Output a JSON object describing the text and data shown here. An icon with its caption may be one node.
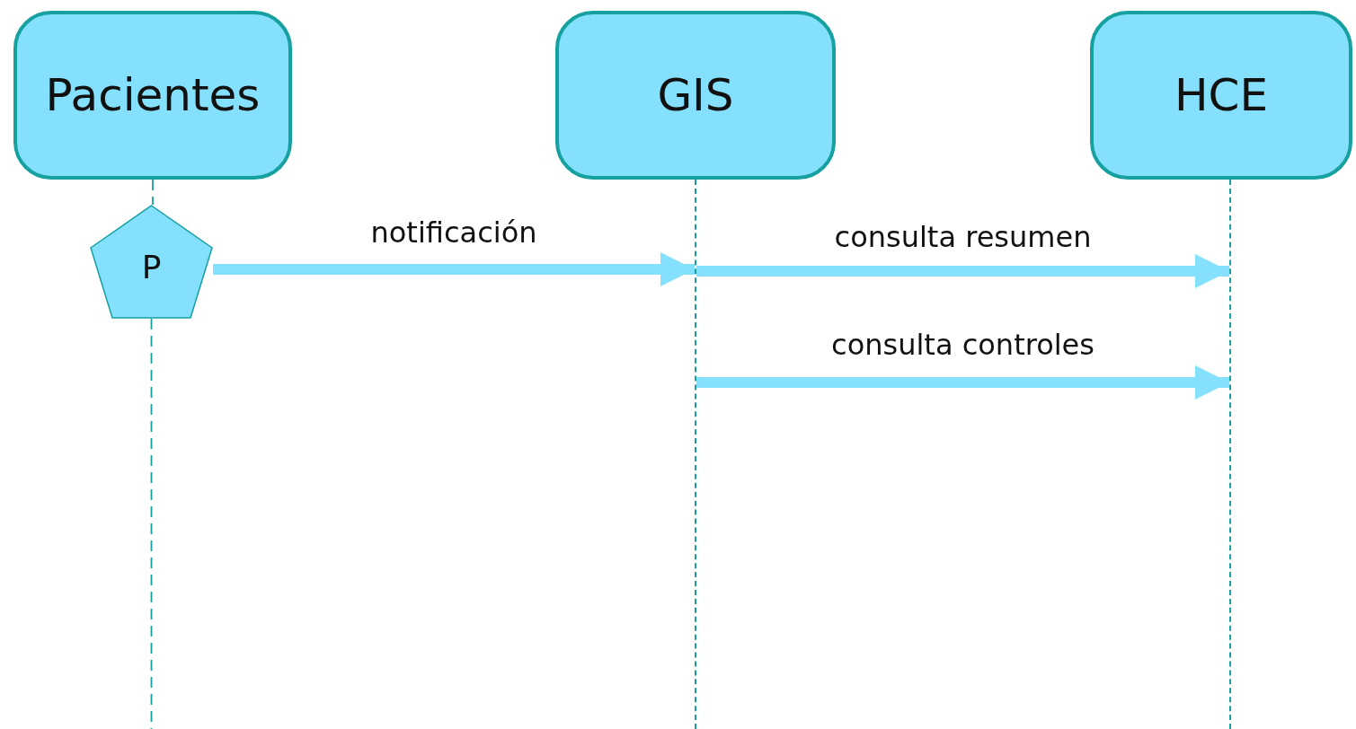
{
  "diagram": {
    "nodes": [
      {
        "text": [
          "Pacientes"
        ]
      },
      {
        "text": [
          "GIS"
        ]
      },
      {
        "text": [
          "HCE"
        ]
      },
      {
        "text": [
          "P"
        ]
      },
      {
        "text": [],
        "shape": "line"
      },
      {
        "text": [],
        "shape": "line"
      }
    ],
    "edges": [
      {
        "from": 0,
        "to": 3,
        "arrow": "none",
        "style": "dashed",
        "color": "#16a0a0"
      },
      {
        "from": 3,
        "to": null,
        "arrow": "none",
        "style": "dashed",
        "color": "#16a0a0"
      },
      {
        "from": 3,
        "to": 4,
        "arrow": "to",
        "label": "notificación"
      },
      {
        "from": 4,
        "to": 5,
        "arrow": "to",
        "label": "consulta resumen"
      },
      {
        "from": 4,
        "to": 5,
        "arrow": "to",
        "label": "consulta controles"
      }
    ]
  }
}
